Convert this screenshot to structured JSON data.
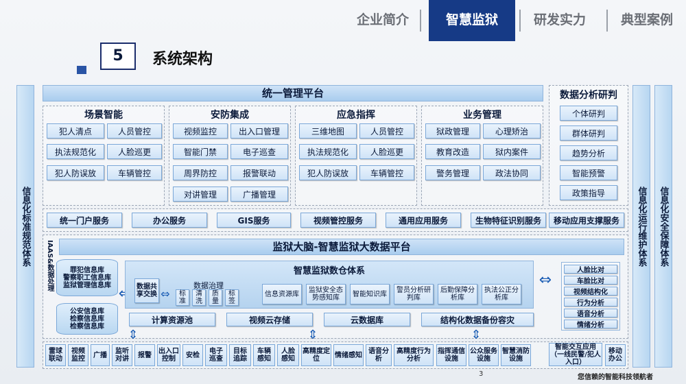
{
  "nav": {
    "items": [
      "企业简介",
      "智慧监狱",
      "研发实力",
      "典型案例"
    ],
    "active": "智慧监狱"
  },
  "section": {
    "number": "5",
    "title": "系统架构"
  },
  "side_left": "信息化标准规范体系",
  "side_right1": "信息化运行维护体系",
  "side_right2": "信息化安全保障体系",
  "top_bar": "统一管理平台",
  "groups": [
    {
      "title": "场景智能",
      "items": [
        "犯人清点",
        "人员管控",
        "执法规范化",
        "人脸巡更",
        "犯人防误放",
        "车辆管控"
      ]
    },
    {
      "title": "安防集成",
      "items": [
        "视频监控",
        "出入口管理",
        "智能门禁",
        "电子巡查",
        "周界防控",
        "报警联动",
        "对讲管理",
        "广播管理"
      ]
    },
    {
      "title": "应急指挥",
      "items": [
        "三维地图",
        "人员管控",
        "执法规范化",
        "人脸巡更",
        "犯人防误放",
        "车辆管控"
      ]
    },
    {
      "title": "业务管理",
      "items": [
        "狱政管理",
        "心理矫治",
        "教育改造",
        "狱内案件",
        "警务管理",
        "政法协同"
      ]
    }
  ],
  "analysis": {
    "title": "数据分析研判",
    "items": [
      "个体研判",
      "群体研判",
      "趋势分析",
      "智能预警",
      "政策指导"
    ]
  },
  "services": [
    "统一门户服务",
    "办公服务",
    "GIS服务",
    "视频管控服务",
    "通用应用服务",
    "生物特征识别服务",
    "移动应用支撑服务"
  ],
  "brain_bar": "监狱大脑-智慧监狱大数据平台",
  "iaas_label": "IAAS&数据处理",
  "cylinders": [
    [
      "罪犯信息库",
      "警察职工信息库",
      "监狱管理信息库"
    ],
    [
      "公安信息库",
      "检察信息库",
      "检察信息库"
    ]
  ],
  "warehouse": {
    "title": "智慧监狱数仓体系",
    "exchange": "数据共享交换",
    "gov_title": "数据治理",
    "gov_items": [
      "标准",
      "清洗",
      "质量",
      "标签"
    ],
    "libs": [
      "信息资源库",
      "监狱安全态势感知库",
      "智能知识库",
      "警员分析研判库",
      "后勤保障分析库",
      "执法公正分析库"
    ]
  },
  "infra": [
    "计算资源池",
    "视频云存储",
    "云数据库",
    "结构化数据备份容灾"
  ],
  "right_list": [
    "人脸比对",
    "车脸比对",
    "视频结构化",
    "行为分析",
    "语音分析",
    "情绪分析"
  ],
  "bottom": [
    "雷球联动",
    "视频监控",
    "广播",
    "监听对讲",
    "报警",
    "出入口控制",
    "安检",
    "电子巡查",
    "目标追踪",
    "车辆感知",
    "人脸感知",
    "高精度定位",
    "情绪感知",
    "语音分析",
    "高精度行为分析",
    "指挥通信设施",
    "公众服务设施",
    "智慧消防设施",
    "智能交互应用（一线民警/犯人入口）",
    "移动办公"
  ],
  "footer": {
    "page": "3",
    "tagline": "您信赖的智能科技领航者"
  }
}
